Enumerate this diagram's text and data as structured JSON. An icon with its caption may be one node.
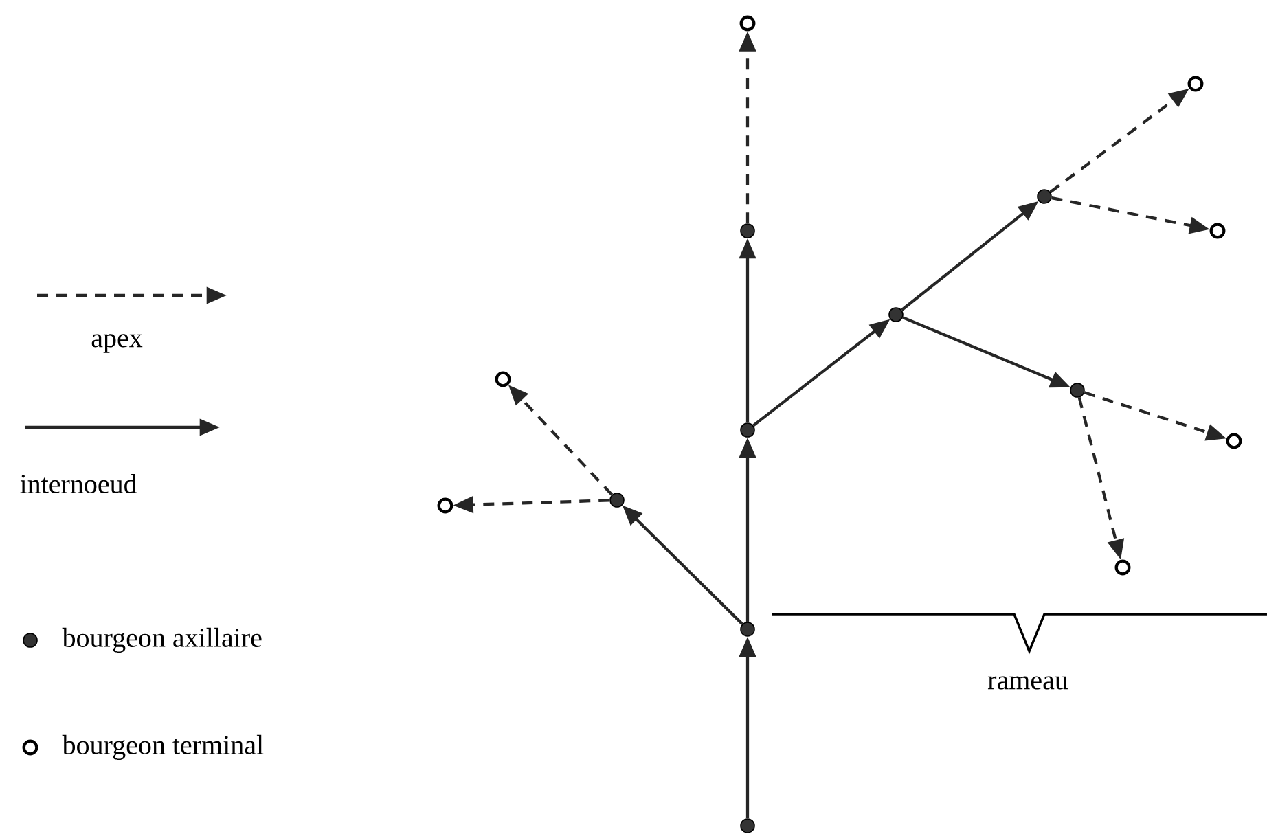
{
  "diagram": {
    "nodes": [
      {
        "text": [],
        "shape": "dot"
      },
      {
        "text": [],
        "shape": "dot"
      },
      {
        "text": [],
        "shape": "dot"
      },
      {
        "text": [],
        "shape": "dot"
      },
      {
        "text": [],
        "shape": "circle"
      },
      {
        "text": [],
        "shape": "dot"
      },
      {
        "text": [],
        "shape": "circle"
      },
      {
        "text": [],
        "shape": "circle"
      },
      {
        "text": [],
        "shape": "dot"
      },
      {
        "text": [],
        "shape": "dot"
      },
      {
        "text": [],
        "shape": "dot"
      },
      {
        "text": [],
        "shape": "circle"
      },
      {
        "text": [],
        "shape": "circle"
      },
      {
        "text": [],
        "shape": "circle"
      },
      {
        "text": [],
        "shape": "circle"
      }
    ],
    "edges": [
      {
        "from": 0,
        "to": 1,
        "arrow": "to"
      },
      {
        "from": 1,
        "to": 2,
        "arrow": "to"
      },
      {
        "from": 2,
        "to": 3,
        "arrow": "to"
      },
      {
        "from": 3,
        "to": 4,
        "arrow": "to",
        "style": "dashed"
      },
      {
        "from": 1,
        "to": 5,
        "arrow": "to"
      },
      {
        "from": 5,
        "to": 6,
        "arrow": "to",
        "style": "dashed"
      },
      {
        "from": 5,
        "to": 7,
        "arrow": "to",
        "style": "dashed"
      },
      {
        "from": 2,
        "to": 8,
        "arrow": "to"
      },
      {
        "from": 8,
        "to": 9,
        "arrow": "to"
      },
      {
        "from": 8,
        "to": 10,
        "arrow": "to"
      },
      {
        "from": 9,
        "to": 11,
        "arrow": "to",
        "style": "dashed"
      },
      {
        "from": 9,
        "to": 12,
        "arrow": "to",
        "style": "dashed"
      },
      {
        "from": 10,
        "to": 13,
        "arrow": "to",
        "style": "dashed"
      },
      {
        "from": 10,
        "to": 14,
        "arrow": "to",
        "style": "dashed"
      }
    ],
    "labels": [
      "rameau"
    ],
    "legend": [
      {
        "text": "apex"
      },
      {
        "text": "internoeud"
      },
      {
        "text": "bourgeon axillaire"
      },
      {
        "text": "bourgeon terminal"
      }
    ]
  }
}
